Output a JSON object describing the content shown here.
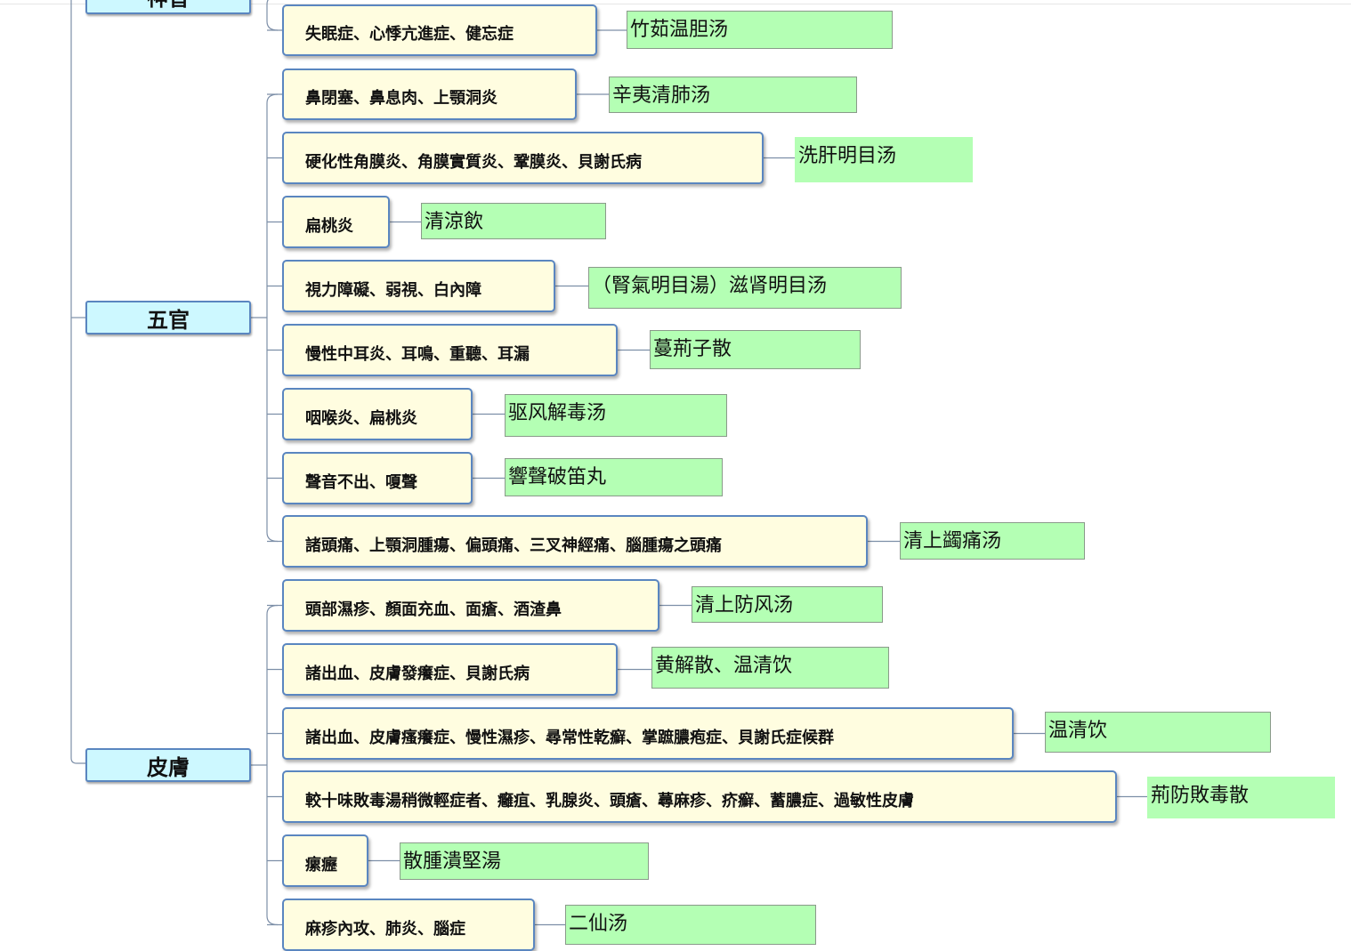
{
  "roots": [
    {
      "id": "r0",
      "label": "神智"
    },
    {
      "id": "r1",
      "label": "五官"
    },
    {
      "id": "r2",
      "label": "皮膚"
    }
  ],
  "rows": [
    {
      "group": "r0",
      "symptom": "失眠症、心悸亢進症、健忘症",
      "formula": "竹茹温胆汤"
    },
    {
      "group": "r1",
      "symptom": "鼻閉塞、鼻息肉、上顎洞炎",
      "formula": "辛夷清肺汤"
    },
    {
      "group": "r1",
      "symptom": "硬化性角膜炎、角膜實質炎、鞏膜炎、貝謝氏病",
      "formula": "洗肝明目汤"
    },
    {
      "group": "r1",
      "symptom": "扁桃炎",
      "formula": "清涼飲"
    },
    {
      "group": "r1",
      "symptom": "視力障礙、弱視、白內障",
      "formula": "（腎氣明目湯）滋肾明目汤"
    },
    {
      "group": "r1",
      "symptom": "慢性中耳炎、耳鳴、重聽、耳漏",
      "formula": "蔓荊子散"
    },
    {
      "group": "r1",
      "symptom": "咽喉炎、扁桃炎",
      "formula": "驱风解毒汤"
    },
    {
      "group": "r1",
      "symptom": "聲音不出、嗄聲",
      "formula": "響聲破笛丸"
    },
    {
      "group": "r1",
      "symptom": "諸頭痛、上顎洞腫瘍、偏頭痛、三叉神經痛、腦腫瘍之頭痛",
      "formula": "清上蠲痛汤"
    },
    {
      "group": "r2",
      "symptom": "頭部濕疹、顏面充血、面瘡、酒渣鼻",
      "formula": "清上防风汤"
    },
    {
      "group": "r2",
      "symptom": "諸出血、皮膚發癢症、貝謝氏病",
      "formula": "黄解散、温清饮"
    },
    {
      "group": "r2",
      "symptom": "諸出血、皮膚瘙癢症、慢性濕疹、尋常性乾癬、掌蹠膿疱症、貝謝氏症候群",
      "formula": "温清饮"
    },
    {
      "group": "r2",
      "symptom": "較十味敗毒湯稍微輕症者、癰疽、乳腺炎、頭瘡、蕁麻疹、疥癬、蓄膿症、過敏性皮膚",
      "formula": "荊防敗毒散"
    },
    {
      "group": "r2",
      "symptom": "瘰癧",
      "formula": "散腫潰堅湯"
    },
    {
      "group": "r2",
      "symptom": "麻疹內攻、肺炎、腦症",
      "formula": "二仙汤"
    }
  ]
}
